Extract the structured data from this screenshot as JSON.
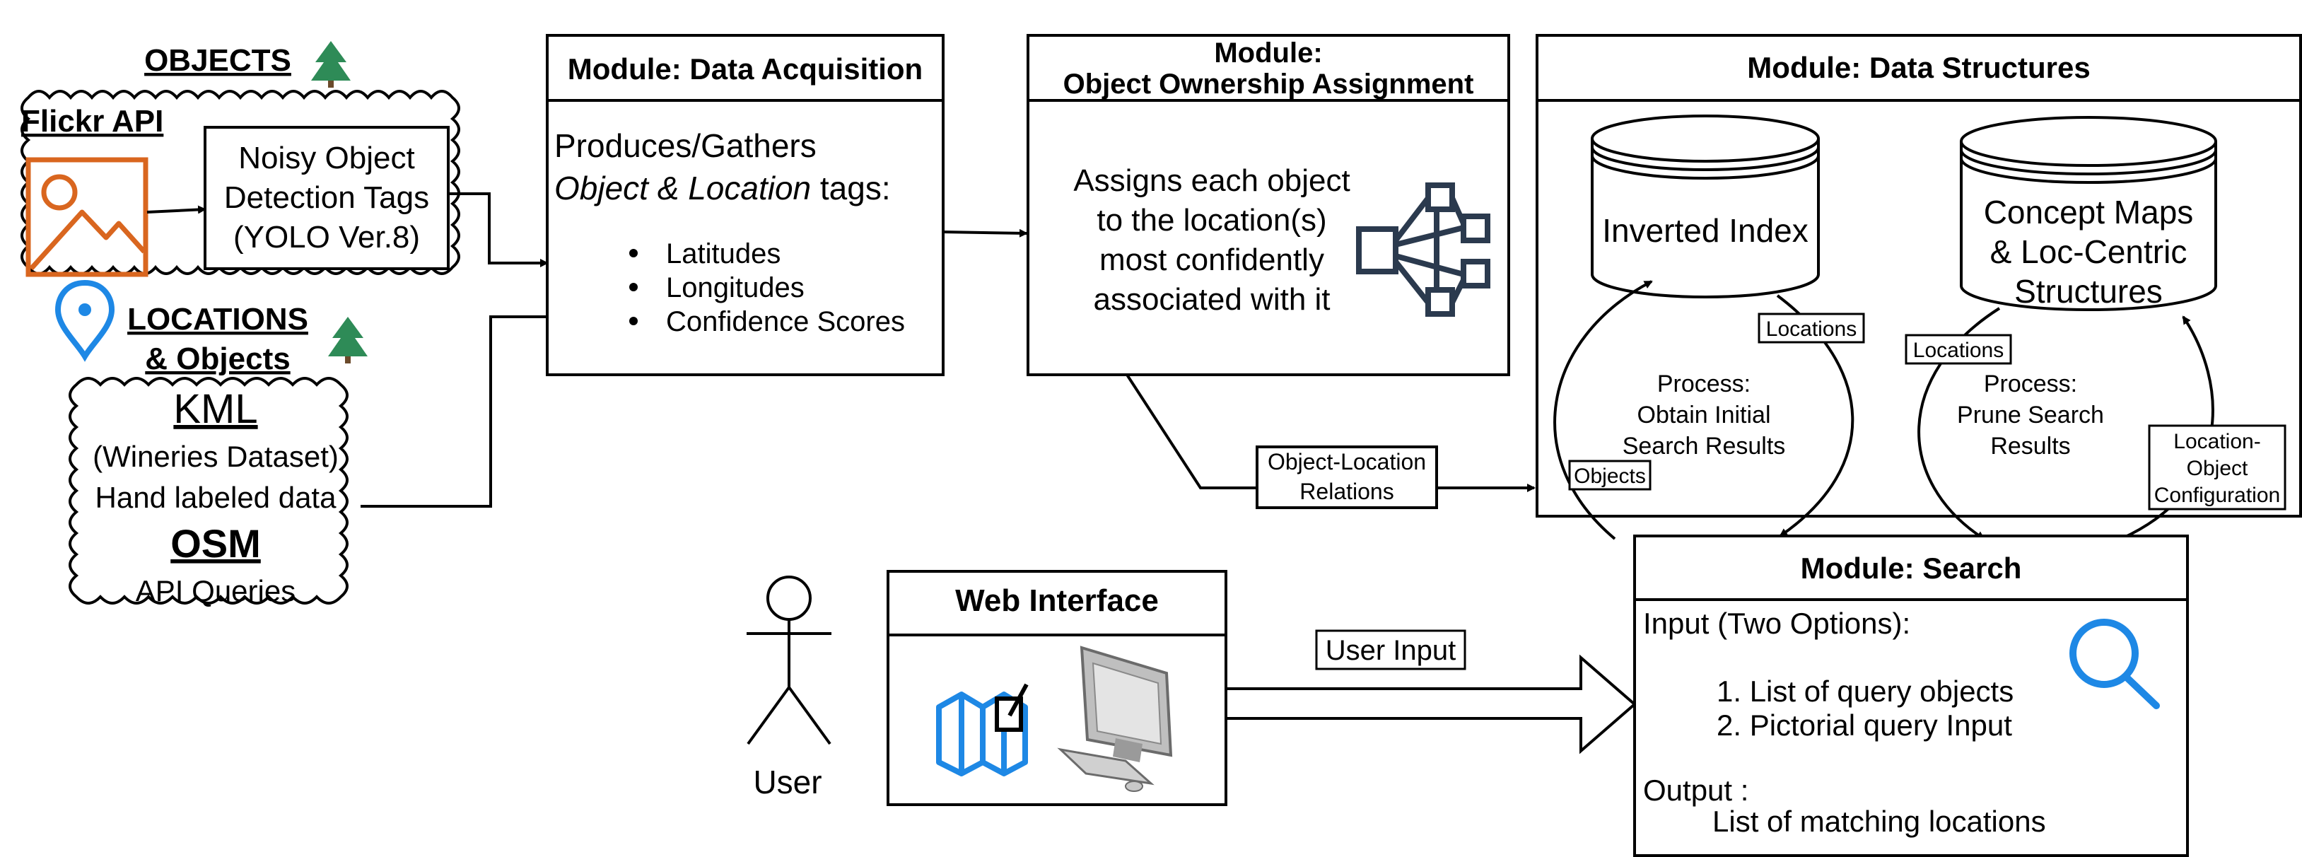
{
  "objects": {
    "heading": "OBJECTS",
    "source_label": "Flickr API",
    "detector_lines": [
      "Noisy Object",
      "Detection Tags",
      "(YOLO Ver.8)"
    ]
  },
  "locations": {
    "heading_line1": "LOCATIONS",
    "heading_line2": "& Objects",
    "kml_label": "KML",
    "kml_dataset": "(Wineries Dataset)",
    "kml_note": "Hand labeled data",
    "osm_label": "OSM",
    "osm_note": "API Queries"
  },
  "acquisition": {
    "title": "Module: Data Acquisition",
    "intro_line1": "Produces/Gathers",
    "intro_em": "Object & Location",
    "intro_rest": " tags:",
    "bullets": [
      "Latitudes",
      "Longitudes",
      "Confidence Scores"
    ]
  },
  "ownership": {
    "title_line1": "Module:",
    "title_line2": "Object Ownership Assignment",
    "body_lines": [
      "Assigns each object",
      "to the location(s)",
      "most confidently",
      "associated with it"
    ]
  },
  "structures": {
    "title": "Module: Data Structures",
    "inverted_index": "Inverted Index",
    "concept_lines": [
      "Concept Maps",
      "& Loc-Centric",
      "Structures"
    ],
    "process1_lines": [
      "Process:",
      "Obtain Initial",
      "Search Results"
    ],
    "process2_lines": [
      "Process:",
      "Prune Search",
      "Results"
    ],
    "tag_locations_1": "Locations",
    "tag_locations_2": "Locations",
    "tag_objects": "Objects",
    "tag_config_lines": [
      "Location-",
      "Object",
      "Configuration"
    ]
  },
  "relations_lines": [
    "Object-Location",
    "Relations"
  ],
  "web": {
    "title": "Web Interface"
  },
  "user": {
    "label": "User",
    "input_label": "User Input"
  },
  "search": {
    "title": "Module: Search",
    "input_heading": "Input (Two Options):",
    "options": [
      "1. List of query objects",
      "2. Pictorial query Input"
    ],
    "output_heading": "Output :",
    "output_value": "List of matching locations"
  },
  "colors": {
    "accent_blue": "#1e88e5",
    "photo_orange": "#d9661f",
    "tree_green": "#2e8b57",
    "network_navy": "#2b3a4e",
    "stroke": "#000000"
  },
  "icons": [
    "tree-icon",
    "photo-icon",
    "location-pin-icon",
    "network-icon",
    "magnifier-icon",
    "map-icon",
    "computer-icon",
    "database-icon",
    "person-icon"
  ]
}
